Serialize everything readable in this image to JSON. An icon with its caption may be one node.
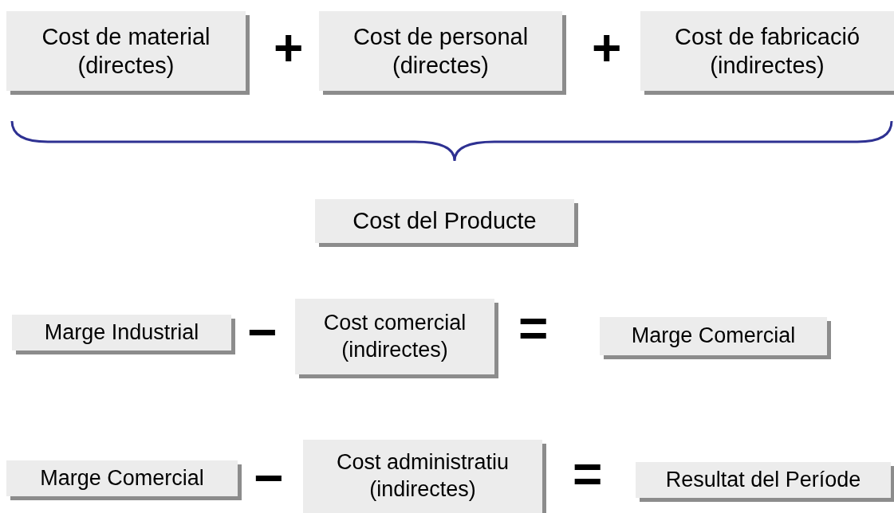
{
  "diagram": {
    "nodes": [
      {
        "text": [
          "Cost de material (directes)"
        ]
      },
      {
        "text": [
          "Cost de personal (directes)"
        ]
      },
      {
        "text": [
          "Cost de fabricació (indirectes)"
        ]
      },
      {
        "text": [
          "Cost del Producte"
        ]
      },
      {
        "text": [
          "Marge Industrial"
        ]
      },
      {
        "text": [
          "Cost comercial (indirectes)"
        ]
      },
      {
        "text": [
          "Marge Comercial"
        ]
      },
      {
        "text": [
          "Marge Comercial"
        ]
      },
      {
        "text": [
          "Cost administratiu (indirectes)"
        ]
      },
      {
        "text": [
          "Resultat del Període"
        ]
      }
    ],
    "labels": [
      "+",
      "+",
      "−",
      "=",
      "−",
      "="
    ]
  }
}
